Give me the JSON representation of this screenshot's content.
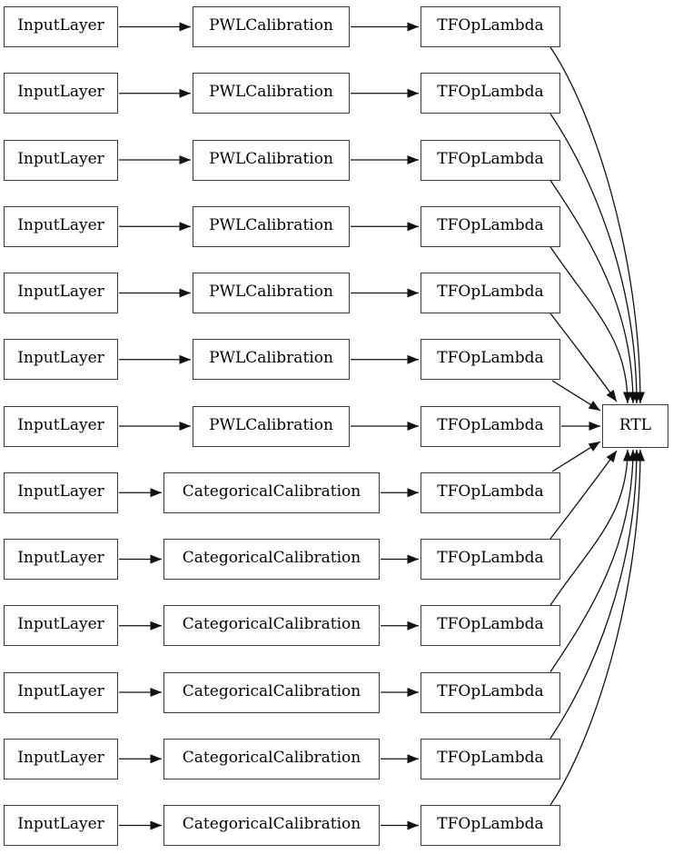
{
  "colors": {
    "background": "#ffffff",
    "node_fill": "#ffffff",
    "node_border": "#383838",
    "edge": "#111111",
    "text": "#000000"
  },
  "rtl": {
    "label": "RTL"
  },
  "rows": [
    {
      "input": "InputLayer",
      "calibration": "PWLCalibration",
      "lambda": "TFOpLambda"
    },
    {
      "input": "InputLayer",
      "calibration": "PWLCalibration",
      "lambda": "TFOpLambda"
    },
    {
      "input": "InputLayer",
      "calibration": "PWLCalibration",
      "lambda": "TFOpLambda"
    },
    {
      "input": "InputLayer",
      "calibration": "PWLCalibration",
      "lambda": "TFOpLambda"
    },
    {
      "input": "InputLayer",
      "calibration": "PWLCalibration",
      "lambda": "TFOpLambda"
    },
    {
      "input": "InputLayer",
      "calibration": "PWLCalibration",
      "lambda": "TFOpLambda"
    },
    {
      "input": "InputLayer",
      "calibration": "PWLCalibration",
      "lambda": "TFOpLambda"
    },
    {
      "input": "InputLayer",
      "calibration": "CategoricalCalibration",
      "lambda": "TFOpLambda"
    },
    {
      "input": "InputLayer",
      "calibration": "CategoricalCalibration",
      "lambda": "TFOpLambda"
    },
    {
      "input": "InputLayer",
      "calibration": "CategoricalCalibration",
      "lambda": "TFOpLambda"
    },
    {
      "input": "InputLayer",
      "calibration": "CategoricalCalibration",
      "lambda": "TFOpLambda"
    },
    {
      "input": "InputLayer",
      "calibration": "CategoricalCalibration",
      "lambda": "TFOpLambda"
    },
    {
      "input": "InputLayer",
      "calibration": "CategoricalCalibration",
      "lambda": "TFOpLambda"
    }
  ]
}
